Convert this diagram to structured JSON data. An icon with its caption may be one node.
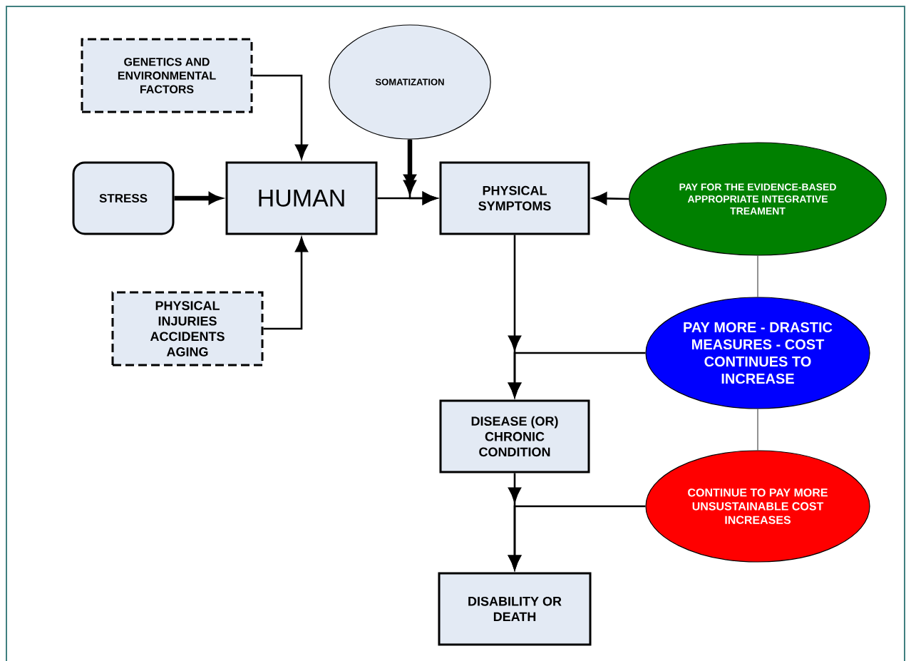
{
  "diagram": {
    "nodes": [
      {
        "text": [
          "GENETICS AND ENVIRONMENTAL FACTORS"
        ]
      },
      {
        "text": [
          "SOMATIZATION"
        ]
      },
      {
        "text": [
          "STRESS"
        ]
      },
      {
        "text": [
          "HUMAN"
        ]
      },
      {
        "text": [
          "PHYSICAL SYMPTOMS"
        ]
      },
      {
        "text": [
          "PAY FOR THE EVIDENCE-BASED APPROPRIATE INTEGRATIVE TREAMENT"
        ]
      },
      {
        "text": [
          "PHYSICAL INJURIES ACCIDENTS AGING"
        ]
      },
      {
        "text": [
          "PAY MORE - DRASTIC MEASURES - COST CONTINUES TO INCREASE"
        ]
      },
      {
        "text": [
          "DISEASE (OR) CHRONIC CONDITION"
        ]
      },
      {
        "text": [
          "CONTINUE TO PAY MORE UNSUSTAINABLE COST INCREASES"
        ]
      },
      {
        "text": [
          "DISABILITY OR DEATH"
        ]
      }
    ],
    "edges": [
      {
        "from": 0,
        "to": 3,
        "arrow": "to"
      },
      {
        "from": 2,
        "to": 3,
        "arrow": "to",
        "style": "thick"
      },
      {
        "from": 6,
        "to": 3,
        "arrow": "to"
      },
      {
        "from": 3,
        "to": 4,
        "arrow": "to"
      },
      {
        "from": 1,
        "to": 4,
        "arrow": "to"
      },
      {
        "from": 5,
        "to": 4,
        "arrow": "to"
      },
      {
        "from": 4,
        "to": 8,
        "arrow": "to"
      },
      {
        "from": 7,
        "to": 8,
        "arrow": "to"
      },
      {
        "from": 8,
        "to": 10,
        "arrow": "to"
      },
      {
        "from": 9,
        "to": 10,
        "arrow": "to"
      },
      {
        "from": 5,
        "to": 7,
        "arrow": "none",
        "color": "#595959"
      },
      {
        "from": 7,
        "to": 9,
        "arrow": "none",
        "color": "#595959"
      }
    ]
  }
}
